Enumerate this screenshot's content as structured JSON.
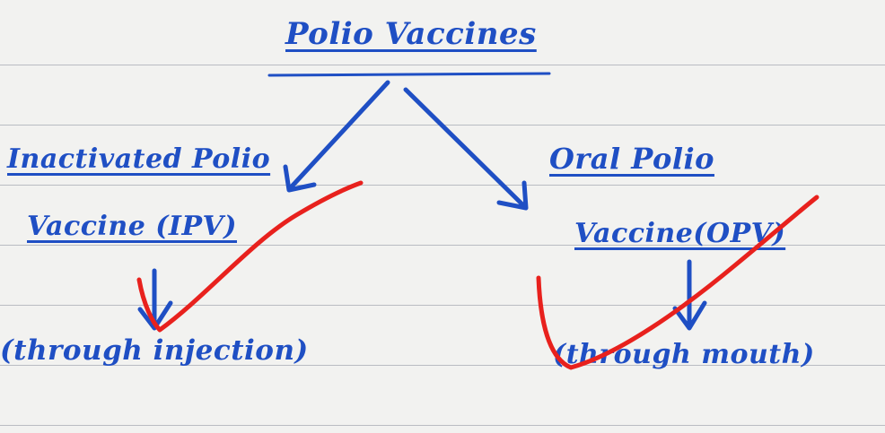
{
  "diagram": {
    "title": "Polio Vaccines",
    "branches": [
      {
        "name_line1": "Inactivated Polio",
        "name_line2": "Vaccine (IPV)",
        "route": "(through injection)"
      },
      {
        "name_line1": "Oral Polio",
        "name_line2": "Vaccine(OPV)",
        "route": "(through mouth)"
      }
    ]
  },
  "colors": {
    "ink_blue": "#1f4fc4",
    "red_mark": "#e8211d",
    "paper": "#f2f2f0",
    "ruled_line": "#b9bcc2"
  },
  "annotations": {
    "red_tick_marks": 2
  }
}
